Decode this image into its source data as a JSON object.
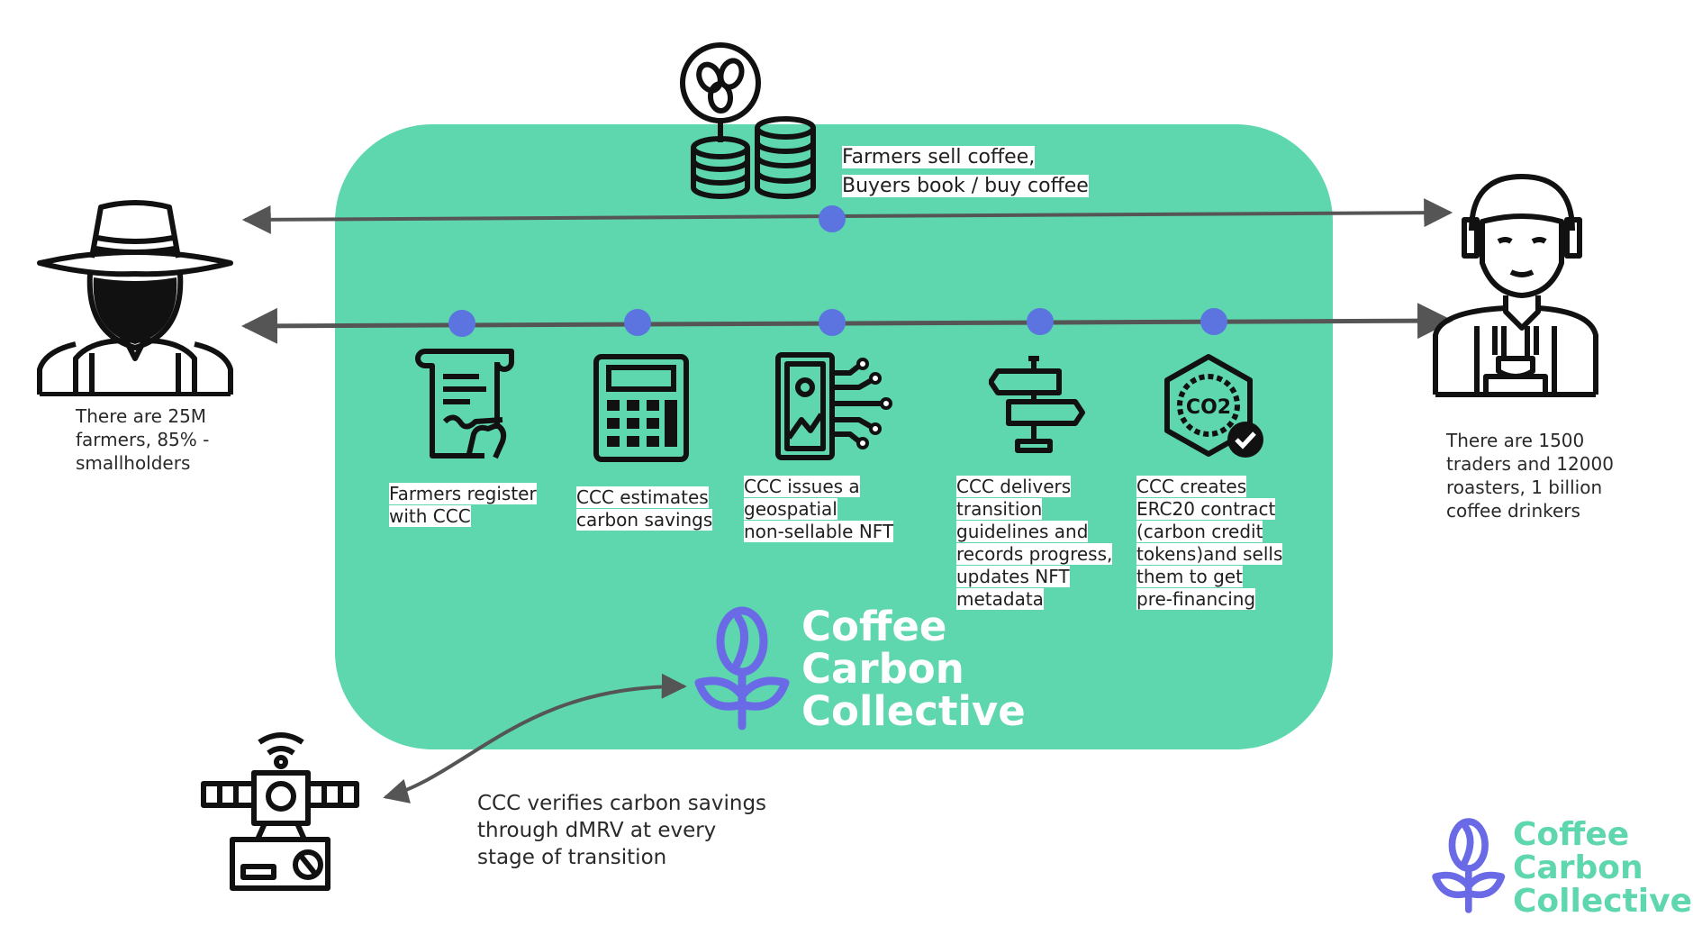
{
  "colors": {
    "panel": "#5ed6ae",
    "dot": "#5b74e0",
    "arrow": "#555555",
    "logo_purple": "#6a6ae6",
    "brand_green": "#5ed6ae"
  },
  "sell_label": {
    "line1": "Farmers sell coffee,",
    "line2": "Buyers book / buy coffee"
  },
  "farmers_note": [
    "There are 25M",
    "farmers, 85% -",
    "smallholders"
  ],
  "buyers_note": [
    "There are 1500",
    "traders and 12000",
    "roasters, 1 billion",
    "coffee drinkers"
  ],
  "steps": [
    {
      "icon": "contract-signing-icon",
      "lines": [
        "Farmers register",
        "with CCC"
      ]
    },
    {
      "icon": "calculator-icon",
      "lines": [
        "CCC estimates",
        "carbon savings"
      ]
    },
    {
      "icon": "digital-nft-icon",
      "lines": [
        "CCC issues a",
        "geospatial",
        "non-sellable NFT"
      ]
    },
    {
      "icon": "signpost-icon",
      "lines": [
        "CCC delivers",
        "transition",
        "guidelines and",
        "records progress,",
        "updates NFT",
        "metadata"
      ]
    },
    {
      "icon": "co2-token-icon",
      "lines": [
        "CCC creates",
        "ERC20 contract",
        "(carbon credit",
        "tokens)and sells",
        "them to get",
        "pre-financing"
      ]
    }
  ],
  "brand": {
    "line1": "Coffee",
    "line2": "Carbon",
    "line3": "Collective"
  },
  "verify_note": [
    "CCC verifies carbon savings",
    "through dMRV at every",
    "stage of transition"
  ]
}
